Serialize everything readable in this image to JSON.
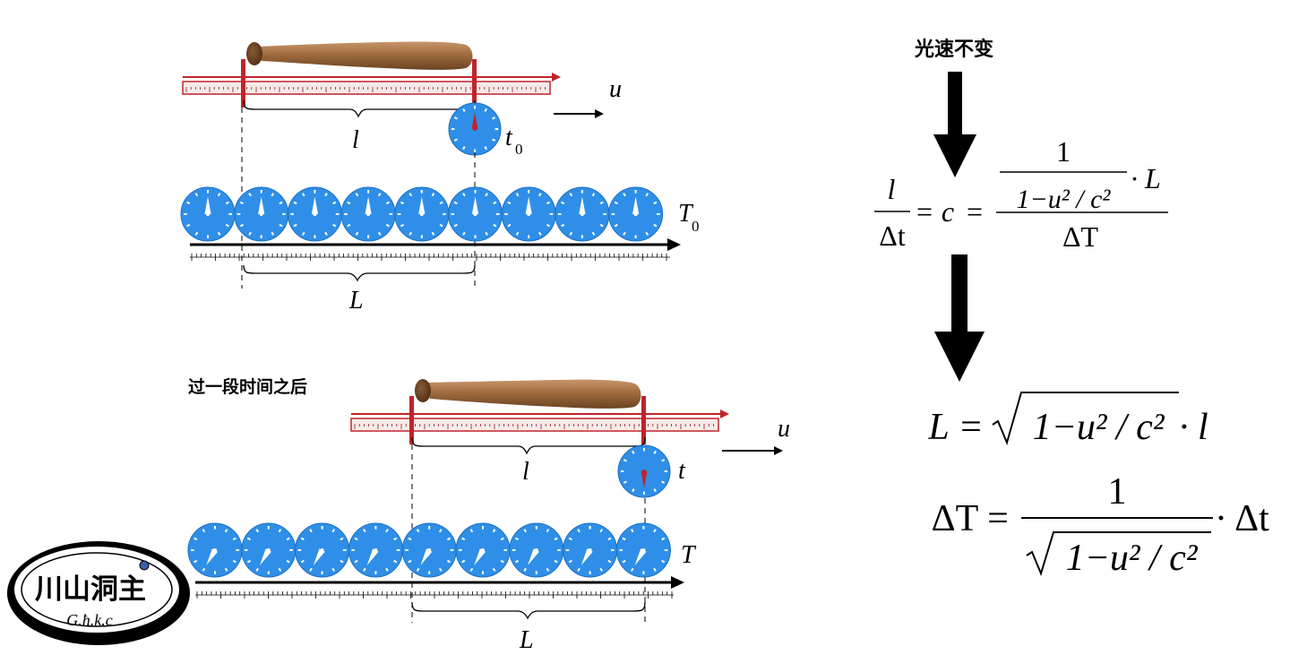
{
  "top_panel": {
    "velocity_label": "u",
    "rod_length_label": "l",
    "moving_clock_label": "t",
    "moving_clock_subscript": "0",
    "ground_clocks_label": "T",
    "ground_clocks_subscript": "0",
    "ground_length_label": "L",
    "ground_clock_count": 9,
    "ground_clock_hand_angle_deg": 0,
    "moving_clock_hand_angle_deg": 0
  },
  "bottom_panel": {
    "caption": "过一段时间之后",
    "velocity_label": "u",
    "rod_length_label": "l",
    "moving_clock_label": "t",
    "ground_clocks_label": "T",
    "ground_length_label": "L",
    "ground_clock_count": 9,
    "ground_clock_hand_angle_deg": 210,
    "moving_clock_hand_angle_deg": 180
  },
  "derivation": {
    "premise": "光速不变",
    "eq1": {
      "lhs_num": "l",
      "lhs_den": "Δt",
      "eq": "=",
      "mid": "c",
      "eq2": "=",
      "inner_num": "1",
      "inner_den": "1−u² / c²",
      "factor": "· L",
      "outer_den": "ΔT"
    },
    "eq2": {
      "lhs": "L",
      "eq": "=",
      "sqrt_body": "1−u² / c²",
      "tail": "· l"
    },
    "eq3": {
      "lhs": "ΔT",
      "eq": "=",
      "num": "1",
      "den_sqrt_body": "1−u² / c²",
      "tail": "· Δt"
    }
  },
  "logo": {
    "title": "川山洞主",
    "subtitle": "G.ħ.k.c"
  },
  "colors": {
    "clock_fill": "#2f8fe8",
    "clock_edge": "#1c6fc4",
    "rod_red": "#c0242a",
    "bat_wood": "#9b6a3d",
    "axis": "#000000"
  }
}
